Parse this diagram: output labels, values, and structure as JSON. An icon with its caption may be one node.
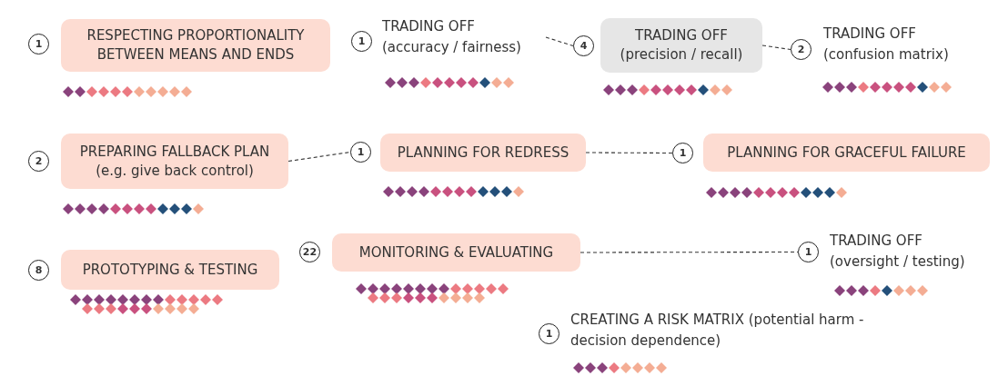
{
  "diagram": {
    "nodes": [
      {
        "text": [
          "1"
        ]
      },
      {
        "text": [
          "RESPECTING PROPORTIONALITY BETWEEN MEANS AND ENDS"
        ]
      },
      {
        "text": [
          "1"
        ]
      },
      {
        "text": [
          "TRADING OFF (accuracy / fairness)"
        ]
      },
      {
        "text": [
          "4"
        ]
      },
      {
        "text": [
          "TRADING OFF (precision / recall)"
        ]
      },
      {
        "text": [
          "2"
        ]
      },
      {
        "text": [
          "TRADING OFF (confusion matrix)"
        ]
      },
      {
        "text": [
          "2"
        ]
      },
      {
        "text": [
          "PREPARING FALLBACK PLAN (e.g. give back control)"
        ]
      },
      {
        "text": [
          "1"
        ]
      },
      {
        "text": [
          "PLANNING FOR REDRESS"
        ]
      },
      {
        "text": [
          "1"
        ]
      },
      {
        "text": [
          "PLANNING FOR GRACEFUL FAILURE"
        ]
      },
      {
        "text": [
          "8"
        ]
      },
      {
        "text": [
          "PROTOTYPING & TESTING"
        ]
      },
      {
        "text": [
          "22"
        ]
      },
      {
        "text": [
          "MONITORING & EVALUATING"
        ]
      },
      {
        "text": [
          "1"
        ]
      },
      {
        "text": [
          "TRADING OFF (oversight / testing)"
        ]
      },
      {
        "text": [
          "1"
        ]
      },
      {
        "text": [
          "CREATING A RISK MATRIX (potential harm - decision dependence)"
        ]
      }
    ],
    "edges": [
      {
        "from": 3,
        "to": 4,
        "arrow": "none",
        "style": "dashed"
      },
      {
        "from": 5,
        "to": 6,
        "arrow": "none",
        "style": "dashed"
      },
      {
        "from": 9,
        "to": 10,
        "arrow": "none",
        "style": "dashed"
      },
      {
        "from": 11,
        "to": 12,
        "arrow": "none",
        "style": "dashed"
      },
      {
        "from": 17,
        "to": 18,
        "arrow": "none",
        "style": "dashed"
      }
    ]
  }
}
